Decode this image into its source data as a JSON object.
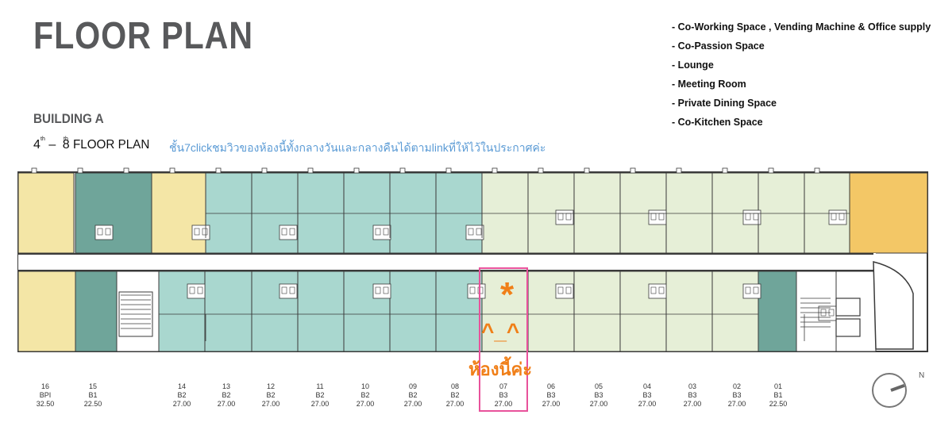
{
  "header": {
    "title": "FLOOR PLAN",
    "building": "BUILDING A",
    "floor_from": "4",
    "floor_to": "8",
    "floor_suffix": "th",
    "floor_dash": "–",
    "floor_label": "FLOOR PLAN",
    "note": "ชั้น7clickชมวิวของห้องนี้ทั้งกลางวันและกลางคืนได้ตามlinkที่ให้ไว้ในประกาศค่ะ"
  },
  "amenities": [
    "- Co-Working Space , Vending Machine & Office supply",
    "- Co-Passion Space",
    "- Lounge",
    "- Meeting Room",
    "- Private Dining Space",
    "- Co-Kitchen Space"
  ],
  "units": [
    {
      "no": "16",
      "type": "BPI",
      "size": "32.50"
    },
    {
      "no": "15",
      "type": "B1",
      "size": "22.50"
    },
    {
      "no": "14",
      "type": "B2",
      "size": "27.00"
    },
    {
      "no": "13",
      "type": "B2",
      "size": "27.00"
    },
    {
      "no": "12",
      "type": "B2",
      "size": "27.00"
    },
    {
      "no": "11",
      "type": "B2",
      "size": "27.00"
    },
    {
      "no": "10",
      "type": "B2",
      "size": "27.00"
    },
    {
      "no": "09",
      "type": "B2",
      "size": "27.00"
    },
    {
      "no": "08",
      "type": "B2",
      "size": "27.00"
    },
    {
      "no": "07",
      "type": "B3",
      "size": "27.00"
    },
    {
      "no": "06",
      "type": "B3",
      "size": "27.00"
    },
    {
      "no": "05",
      "type": "B3",
      "size": "27.00"
    },
    {
      "no": "04",
      "type": "B3",
      "size": "27.00"
    },
    {
      "no": "03",
      "type": "B3",
      "size": "27.00"
    },
    {
      "no": "02",
      "type": "B3",
      "size": "27.00"
    },
    {
      "no": "01",
      "type": "B1",
      "size": "22.50"
    }
  ],
  "highlight": {
    "unit": "07",
    "star": "*",
    "emoticon": "^_^",
    "caption": "ห้องนี้ค่ะ"
  },
  "colors": {
    "bpi": "#f4e6a6",
    "b1": "#6fa59a",
    "b2": "#a9d7cf",
    "b3": "#e6efd7",
    "amenity": "#f3c766",
    "highlight_box": "#e8529b",
    "highlight_text": "#f07f18",
    "note_text": "#5b9bd5"
  },
  "compass": {
    "label": "N"
  }
}
